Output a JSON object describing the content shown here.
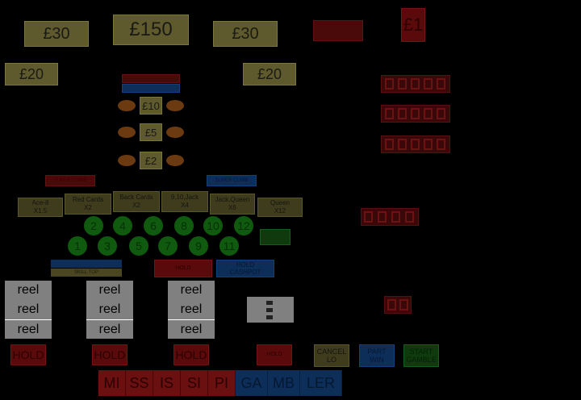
{
  "prizes": {
    "top_left": "£30",
    "top_center": "£150",
    "top_right": "£30",
    "mid_left": "£20",
    "mid_right": "£20",
    "stake": "£1"
  },
  "tiny_labels": {
    "banner_top": "",
    "tier_red": "",
    "tier_blue": "",
    "super_left": "SUPER CLIMB",
    "super_right": "SUPER CLIMB",
    "skill_top_blue": "",
    "skill_top_yellow": "SKILL TOP",
    "feature_box": ""
  },
  "ladder": [
    "£10",
    "£5",
    "£2"
  ],
  "odds": [
    {
      "name": "Ace-8",
      "mult": "X1.5"
    },
    {
      "name": "Red Cards",
      "mult": "X2"
    },
    {
      "name": "Back Cards",
      "mult": "X2"
    },
    {
      "name": "9,10,Jack",
      "mult": "X4"
    },
    {
      "name": "Jack,Queen",
      "mult": "X6"
    },
    {
      "name": "Queen",
      "mult": "X12"
    }
  ],
  "numbers_top": [
    "2",
    "4",
    "6",
    "8",
    "10",
    "12"
  ],
  "numbers_bottom": [
    "1",
    "3",
    "5",
    "7",
    "9",
    "11"
  ],
  "mid_buttons": {
    "hold_red": "HOLD",
    "hold_blue_line1": "HOLD",
    "hold_blue_line2": "CASHPOT"
  },
  "reel_word": "reel",
  "hold_label": "HOLD",
  "bottom_buttons": {
    "hold_hi": "HOLD",
    "cancel_line1": "CANCEL",
    "cancel_line2": "LO",
    "part_line1": "PART",
    "part_line2": "WIN",
    "start_line1": "START",
    "start_line2": "GAMBLE"
  },
  "banner_red": [
    "MI",
    "SS",
    "IS",
    "SI",
    "PI"
  ],
  "banner_blue": [
    "GA",
    "MB",
    "LER"
  ],
  "colors": {
    "prize_bg": "#5e5a2e",
    "dim_red": "#4a0a0a",
    "reel_grey": "#808080",
    "green_number": "#0f5a0f",
    "blue_button": "#0e2e5a"
  }
}
